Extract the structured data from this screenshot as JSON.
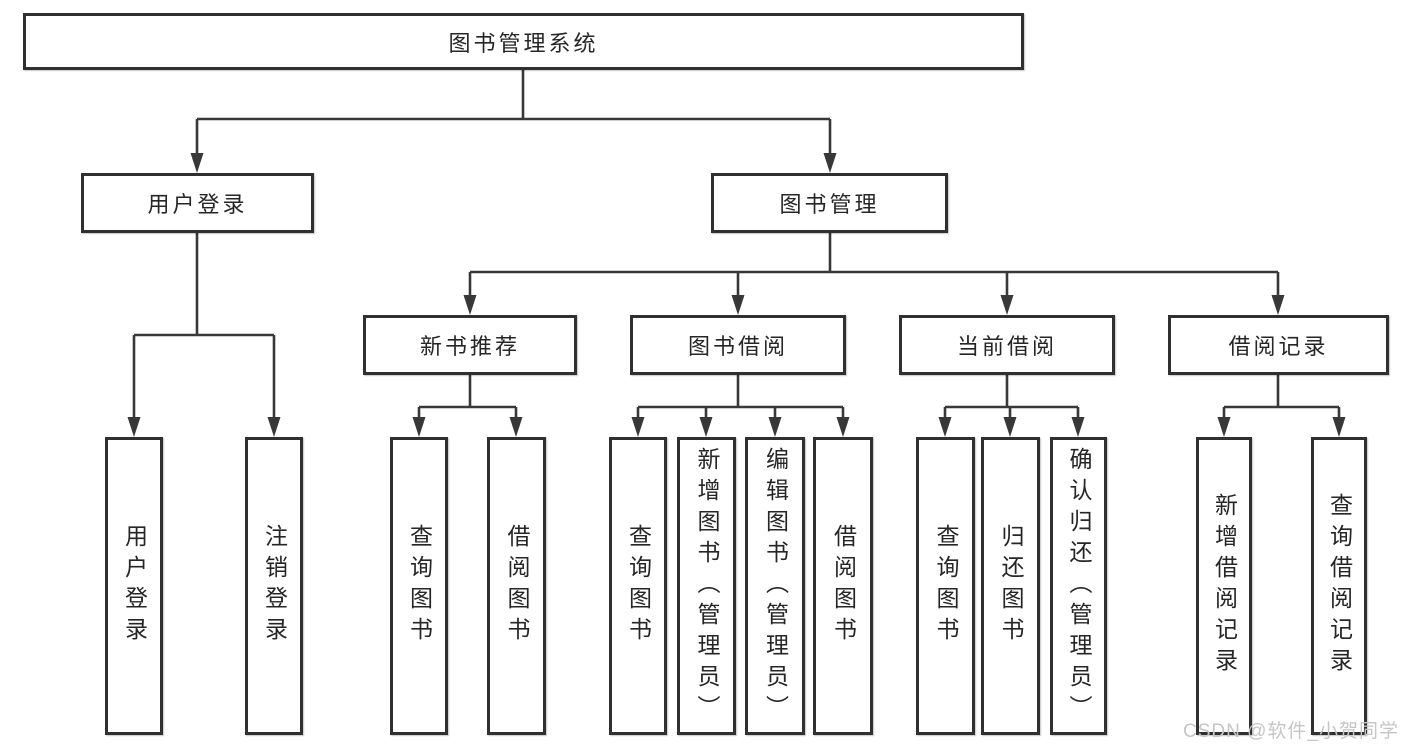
{
  "diagram": {
    "root": "图书管理系统",
    "branches": [
      {
        "label": "用户登录",
        "children": [
          "用户登录",
          "注销登录"
        ]
      },
      {
        "label": "图书管理",
        "sections": [
          {
            "label": "新书推荐",
            "children": [
              "查询图书",
              "借阅图书"
            ]
          },
          {
            "label": "图书借阅",
            "children": [
              "查询图书",
              "新增图书（管理员）",
              "编辑图书（管理员）",
              "借阅图书"
            ]
          },
          {
            "label": "当前借阅",
            "children": [
              "查询图书",
              "归还图书",
              "确认归还（管理员）"
            ]
          },
          {
            "label": "借阅记录",
            "children": [
              "新增借阅记录",
              "查询借阅记录"
            ]
          }
        ]
      }
    ],
    "line_color": "#383838"
  },
  "watermark": "CSDN @软件_小贺同学"
}
